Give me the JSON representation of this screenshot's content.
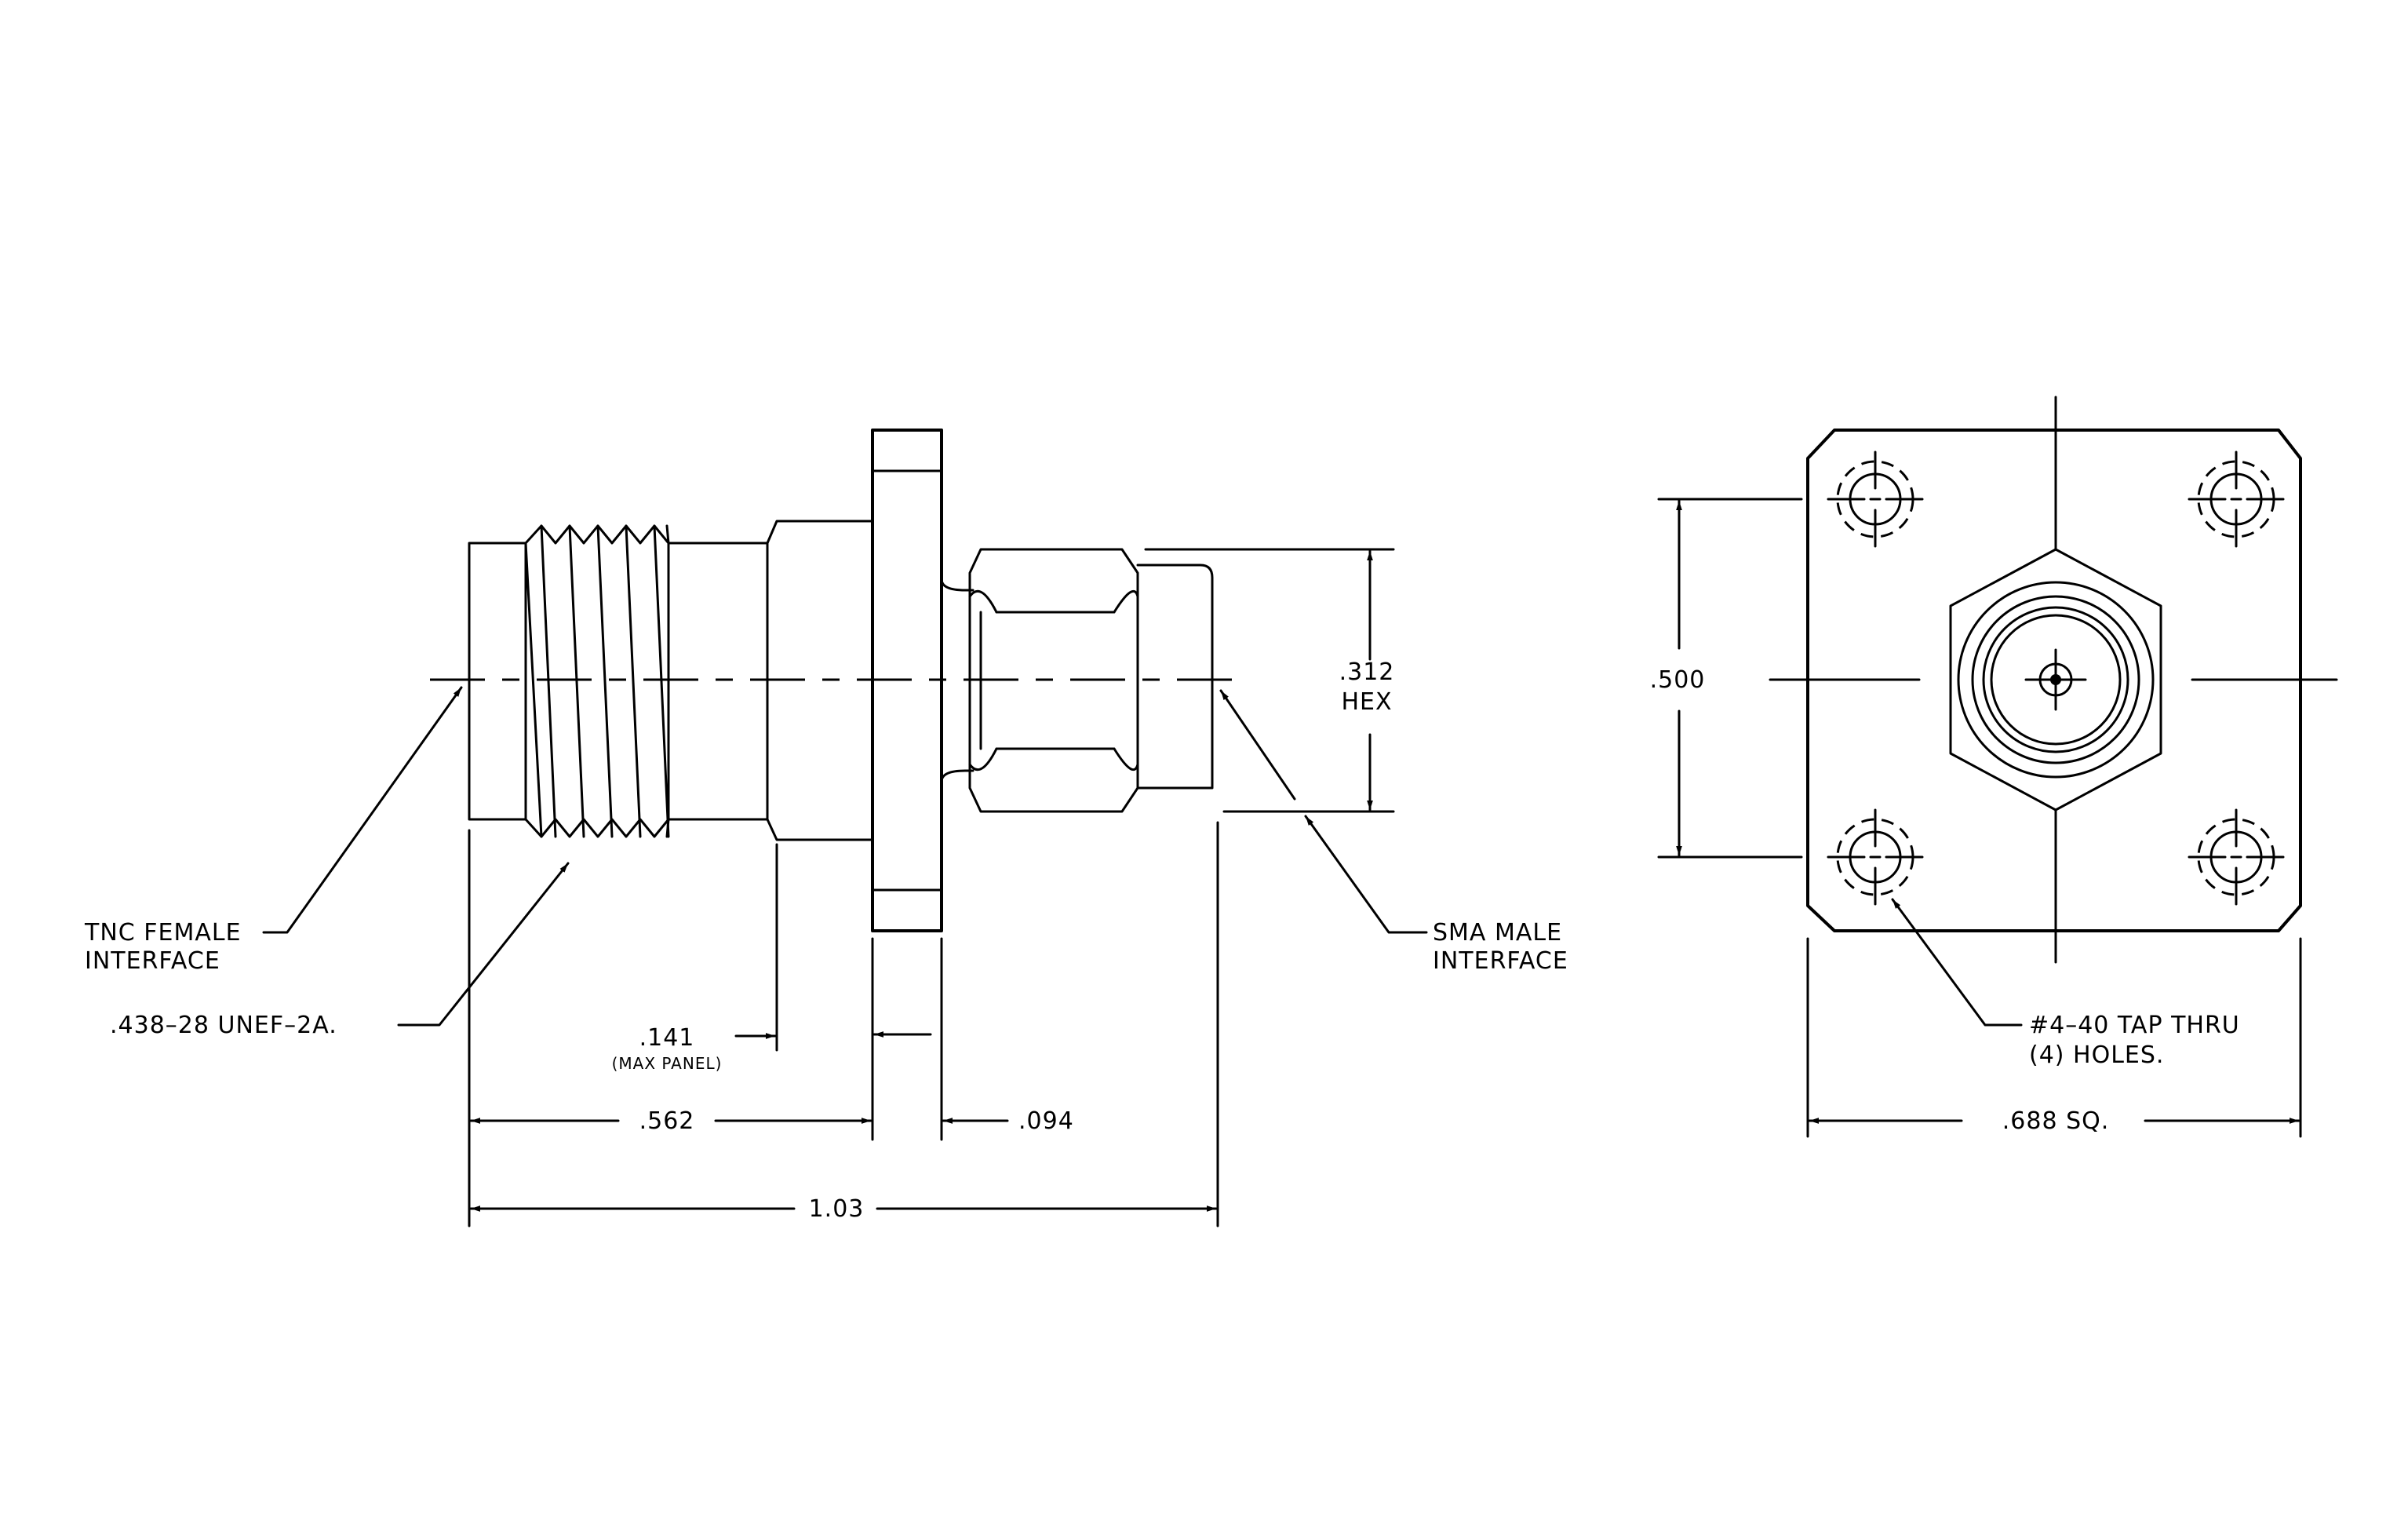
{
  "side_view": {
    "labels": {
      "tnc_line1": "TNC FEMALE",
      "tnc_line2": "INTERFACE",
      "thread": ".438–28 UNEF–2A.",
      "sma_line1": "SMA MALE",
      "sma_line2": "INTERFACE"
    },
    "dimensions": {
      "hex_value": ".312",
      "hex_word": "HEX",
      "panel_value": ".141",
      "panel_note": "(MAX PANEL)",
      "body_length": ".562",
      "flange_thickness": ".094",
      "overall_length": "1.03"
    }
  },
  "end_view": {
    "dimensions": {
      "hole_spacing": ".500",
      "flange_square": ".688 SQ."
    },
    "labels": {
      "tap_line1": "#4–40 TAP THRU",
      "tap_line2": "(4) HOLES."
    }
  }
}
